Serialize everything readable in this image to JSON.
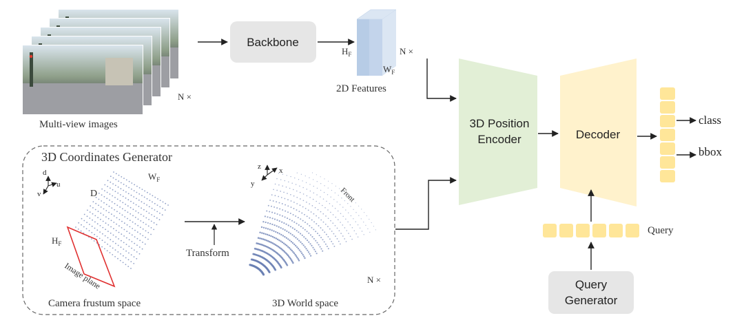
{
  "labels": {
    "multiview": "Multi-view images",
    "n_times": "N ×",
    "backbone": "Backbone",
    "hf": "H",
    "wf": "W",
    "sub_f": "F",
    "features_2d": "2D Features",
    "encoder_line1": "3D Position",
    "encoder_line2": "Encoder",
    "decoder": "Decoder",
    "class": "class",
    "bbox": "bbox",
    "query": "Query",
    "query_gen_line1": "Query",
    "query_gen_line2": "Generator",
    "coord_gen": "3D Coordinates Generator",
    "d": "D",
    "axis_d": "d",
    "axis_u": "u",
    "axis_v": "v",
    "axis_z": "z",
    "axis_x": "x",
    "axis_y": "y",
    "front": "Front",
    "image_plane": "Image plane",
    "transform": "Transform",
    "camera_frustum": "Camera frustum space",
    "world_space": "3D World space"
  },
  "colors": {
    "backbone_fill": "#e6e6e6",
    "feature_front": "#b7cce6",
    "feature_side": "#dbe6f3",
    "encoder_fill": "#e2efd6",
    "decoder_fill": "#fff2cc",
    "token_fill": "#ffe699",
    "query_gen_fill": "#e6e6e6",
    "image_plane_border": "#e03030",
    "point_color": "#6a7fb3"
  },
  "diagram": {
    "query_token_count": 6,
    "output_token_count": 7,
    "image_stack_count": 5
  }
}
